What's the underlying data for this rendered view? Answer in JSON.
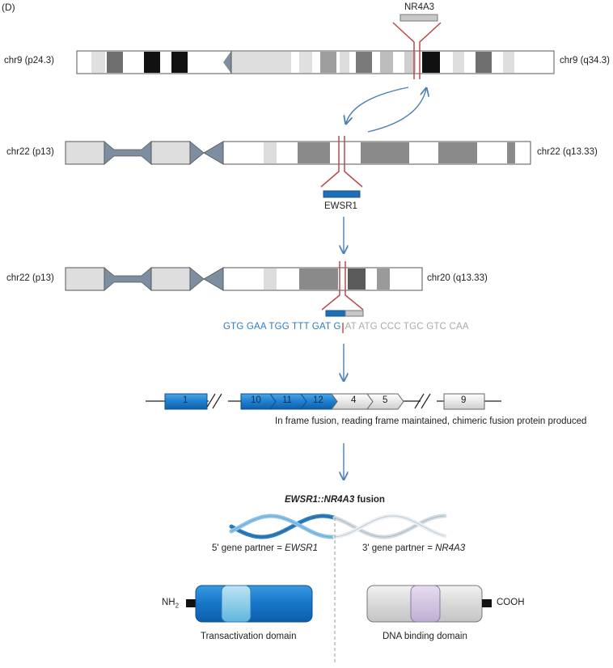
{
  "panel_label": "(D)",
  "labels": {
    "chr9_p": "chr9 (p24.3)",
    "chr9_q": "chr9 (q34.3)",
    "chr22_p_top": "chr22 (p13)",
    "chr22_q": "chr22 (q13.33)",
    "chr22_p_bottom": "chr22 (p13)",
    "chr20_q": "chr20 (q13.33)",
    "nr4a3": "NR4A3",
    "ewsr1": "EWSR1"
  },
  "sequence": {
    "part1": "GTG GAA TGG TTT GAT G",
    "part2": "AT ATG CCC TGC GTC CAA"
  },
  "exons": {
    "e1": "1",
    "e10": "10",
    "e11": "11",
    "e12": "12",
    "e4": "4",
    "e5": "5",
    "e9": "9"
  },
  "fusion_note": "In frame fusion, reading frame maintained, chimeric fusion protein produced",
  "fusion_title": {
    "gene5": "EWSR1::NR4A3",
    "suffix": " fusion"
  },
  "partner5": {
    "prefix": "5' gene partner = ",
    "gene": "EWSR1"
  },
  "partner3": {
    "prefix": "3' gene partner = ",
    "gene": "NR4A3"
  },
  "protein": {
    "nh2": "NH",
    "nh2_sub": "2",
    "cooh": "COOH",
    "transactivation": "Transactivation domain",
    "dna_binding": "DNA binding domain"
  },
  "colors": {
    "ewsr1_blue": "#1f6fb8",
    "nr4a3_gray": "#c8c8c8",
    "breakpoint_red": "#b84a4a",
    "arrow_blue": "#4a7fb5",
    "band_dark": "#6e6e6e",
    "band_black": "#111111"
  }
}
